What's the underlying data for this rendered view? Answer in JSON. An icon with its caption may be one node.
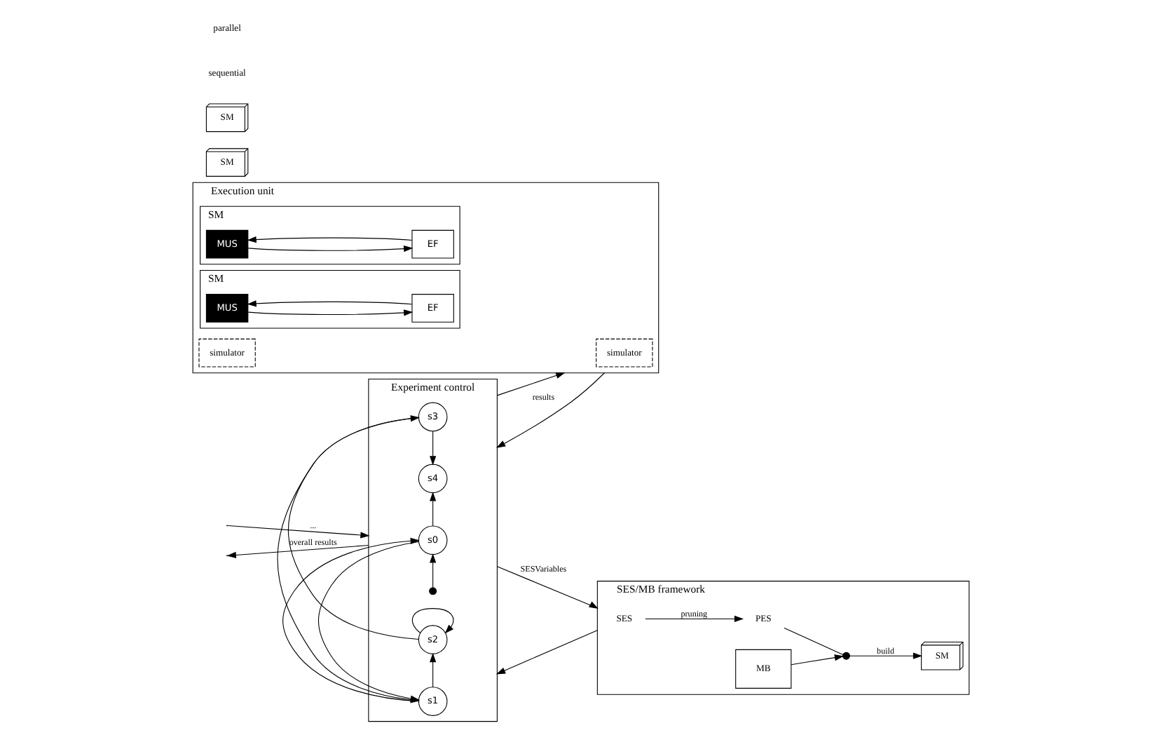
{
  "diagram": {
    "nodes": [
      {
        "text": [
          "Experiment control"
        ]
      },
      {
        "text": [],
        "shape": "circle",
        "in": 0
      },
      {
        "text": [
          "s0"
        ],
        "in": 0
      },
      {
        "text": [
          "s1"
        ],
        "in": 0
      },
      {
        "text": [
          "s2"
        ],
        "in": 0
      },
      {
        "text": [
          "s3"
        ],
        "in": 0
      },
      {
        "text": [
          "s4"
        ],
        "in": 0
      },
      {
        "text": [
          "SES/MB framework"
        ]
      },
      {
        "text": [
          "SES"
        ],
        "in": 7
      },
      {
        "text": [
          "PES"
        ],
        "in": 7
      },
      {
        "text": [
          "MB"
        ],
        "in": 7
      },
      {
        "text": [],
        "shape": "circle",
        "in": 7
      },
      {
        "text": [
          "SM"
        ],
        "in": 7
      },
      {
        "text": [
          "Execution unit"
        ]
      },
      {
        "text": [
          "simulator"
        ],
        "in": 13
      },
      {
        "text": [
          "SM"
        ],
        "in": 13
      },
      {
        "text": [
          "MUS"
        ],
        "in": 15
      },
      {
        "text": [
          "EF"
        ],
        "in": 15
      },
      {
        "text": [
          "simulator"
        ],
        "in": 13
      },
      {
        "text": [
          "SM"
        ],
        "in": 13
      },
      {
        "text": [
          "MUS"
        ],
        "in": 19
      },
      {
        "text": [
          "EF"
        ],
        "in": 19
      },
      {
        "text": [
          "SM"
        ]
      },
      {
        "text": [
          "SM"
        ]
      }
    ],
    "edges": [
      {
        "from": null,
        "to": 0,
        "arrow": "to",
        "label": "..."
      },
      {
        "from": 0,
        "to": null,
        "arrow": "to",
        "label": "overall results"
      },
      {
        "from": 1,
        "to": 2,
        "arrow": "to"
      },
      {
        "from": 2,
        "to": 3,
        "arrow": "to"
      },
      {
        "from": 3,
        "to": 2,
        "arrow": "to"
      },
      {
        "from": 3,
        "to": 4,
        "arrow": "to"
      },
      {
        "from": 4,
        "to": 4,
        "arrow": "to"
      },
      {
        "from": 4,
        "to": 5,
        "arrow": "to"
      },
      {
        "from": 5,
        "to": 3,
        "arrow": "to"
      },
      {
        "from": 5,
        "to": 6,
        "arrow": "to"
      },
      {
        "from": 2,
        "to": 6,
        "arrow": "to"
      },
      {
        "from": 0,
        "to": 7,
        "arrow": "to",
        "label": "SESVariables"
      },
      {
        "from": 7,
        "to": 0,
        "arrow": "to"
      },
      {
        "from": 8,
        "to": 9,
        "arrow": "to",
        "label": "pruning"
      },
      {
        "from": 10,
        "to": 11,
        "arrow": "to"
      },
      {
        "from": 9,
        "to": 11,
        "arrow": "none"
      },
      {
        "from": 11,
        "to": 12,
        "arrow": "to",
        "label": "build"
      },
      {
        "from": 0,
        "to": 13,
        "arrow": "to"
      },
      {
        "from": 13,
        "to": 0,
        "arrow": "to",
        "label": "results"
      },
      {
        "from": 16,
        "to": 17,
        "arrow": "to"
      },
      {
        "from": 17,
        "to": 16,
        "arrow": "to"
      },
      {
        "from": 20,
        "to": 21,
        "arrow": "to"
      },
      {
        "from": 21,
        "to": 20,
        "arrow": "to"
      }
    ],
    "labels": [
      "sequential",
      "parallel"
    ]
  }
}
